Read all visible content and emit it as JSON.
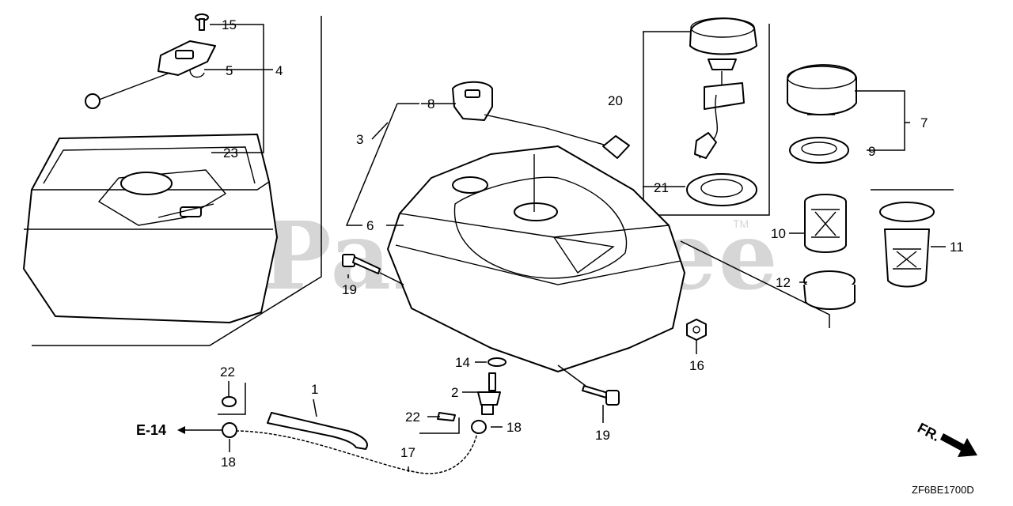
{
  "watermark": {
    "text": "PartsTree",
    "trademark": "TM"
  },
  "diagram_code": "ZF6BE1700D",
  "reference": {
    "label": "E-14"
  },
  "direction": {
    "label": "FR."
  },
  "callouts": {
    "c1": "1",
    "c2": "2",
    "c3": "3",
    "c4": "4",
    "c5": "5",
    "c6": "6",
    "c7": "7",
    "c8": "8",
    "c9": "9",
    "c10": "10",
    "c11": "11",
    "c12": "12",
    "c14": "14",
    "c15": "15",
    "c16": "16",
    "c17": "17",
    "c18a": "18",
    "c18b": "18",
    "c19a": "19",
    "c19b": "19",
    "c20": "20",
    "c21": "21",
    "c22a": "22",
    "c22b": "22",
    "c23": "23"
  },
  "icons": [
    "arrow-left-icon",
    "arrow-down-right-icon"
  ]
}
